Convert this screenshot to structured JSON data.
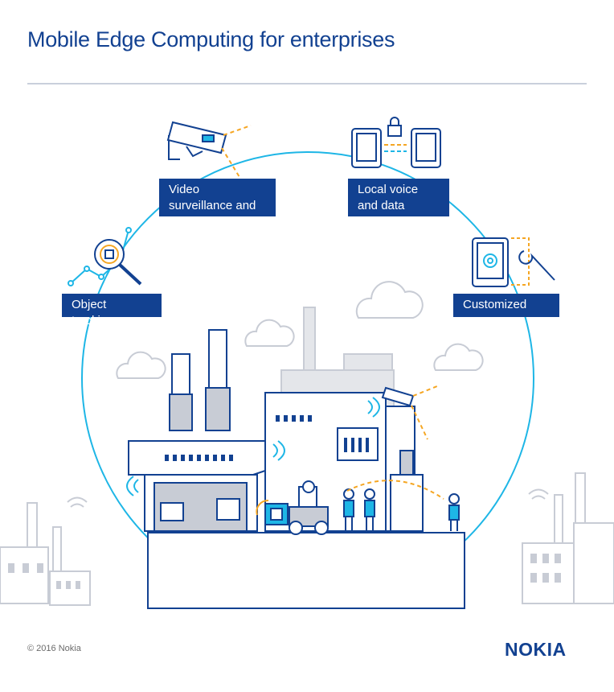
{
  "title": "Mobile Edge Computing for enterprises",
  "labels": {
    "video": "Video surveillance and analytics",
    "voice": "Local voice and data routing",
    "object": "Object tracking",
    "custom": "Customized apps"
  },
  "footer": {
    "copyright": "© 2016 Nokia",
    "logo": "NOKIA"
  },
  "colors": {
    "navy": "#124191",
    "cyan": "#1eb6e6",
    "orange": "#f5a623",
    "gray_fill": "#c8ccd5",
    "light_gray": "#e4e6ea"
  }
}
